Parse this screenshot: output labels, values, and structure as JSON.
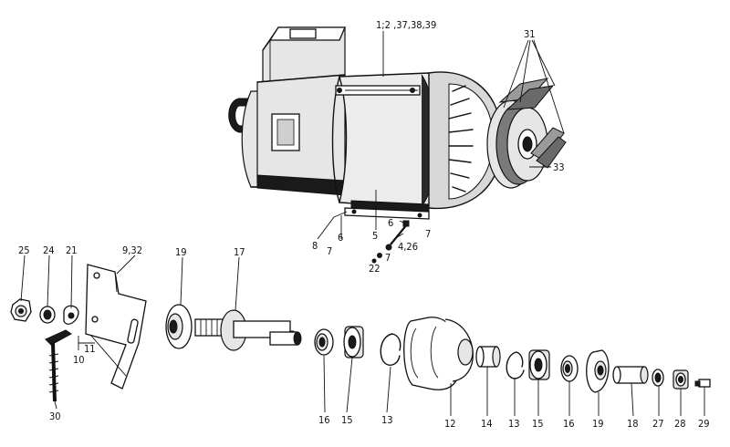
{
  "labels": {
    "motor_set": "1;2 ,37,38,39",
    "belts": "31",
    "pulley": "33",
    "l8": "8",
    "l6a": "6",
    "l7a": "7",
    "l5": "5",
    "l6b": "6",
    "l7b": "7",
    "l4_26": "4,26",
    "l7c": "7",
    "l22": "22",
    "l25": "25",
    "l24": "24",
    "l21": "21",
    "l9_32": "9,32",
    "l19a": "19",
    "l17": "17",
    "l11": "11",
    "l10": "10",
    "l30": "30",
    "l16a": "16",
    "l15a": "15",
    "l13a": "13",
    "l12": "12",
    "l14": "14",
    "l13b": "13",
    "l15b": "15",
    "l16b": "16",
    "l19b": "19",
    "l18": "18",
    "l27": "27",
    "l28": "28",
    "l29": "29"
  }
}
